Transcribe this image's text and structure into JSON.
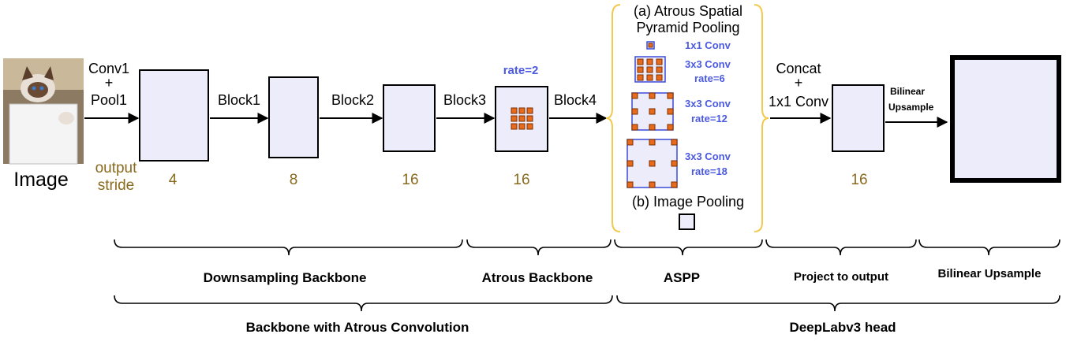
{
  "input": {
    "label": "Image"
  },
  "stride_label": [
    "output",
    "stride"
  ],
  "stages": [
    {
      "label": [
        "Conv1",
        "+",
        "Pool1"
      ],
      "stride": "4"
    },
    {
      "label": [
        "Block1"
      ],
      "stride": "8"
    },
    {
      "label": [
        "Block2"
      ],
      "stride": "16"
    },
    {
      "label": [
        "Block3"
      ],
      "stride": "16"
    },
    {
      "label": [
        "Block4"
      ]
    }
  ],
  "rate_label": "rate=2",
  "aspp": {
    "title": [
      "(a) Atrous Spatial",
      "Pyramid Pooling"
    ],
    "branches": [
      {
        "lines": [
          "1x1 Conv"
        ]
      },
      {
        "lines": [
          "3x3 Conv",
          "rate=6"
        ]
      },
      {
        "lines": [
          "3x3 Conv",
          "rate=12"
        ]
      },
      {
        "lines": [
          "3x3 Conv",
          "rate=18"
        ]
      }
    ],
    "pooling": "(b) Image Pooling"
  },
  "concat_label": [
    "Concat",
    "+",
    "1x1 Conv"
  ],
  "project_stride": "16",
  "upsample_label": [
    "Bilinear",
    "Upsample"
  ],
  "groups": [
    {
      "label": "Downsampling Backbone"
    },
    {
      "label": "Atrous Backbone"
    },
    {
      "label": "ASPP"
    },
    {
      "label": "Project to output"
    },
    {
      "label": "Bilinear Upsample"
    }
  ],
  "supergroups": [
    {
      "label": "Backbone with Atrous Convolution"
    },
    {
      "label": "DeepLabv3 head"
    }
  ]
}
